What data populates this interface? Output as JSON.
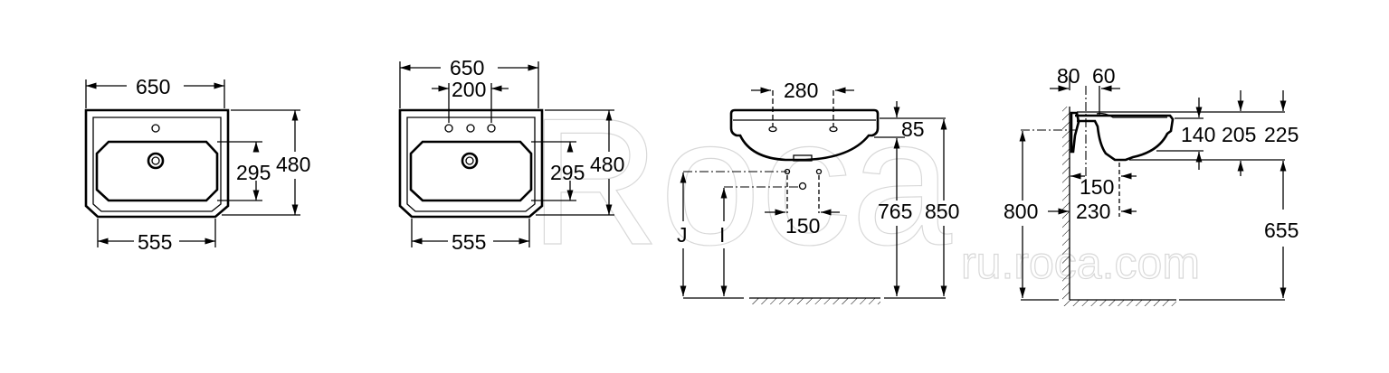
{
  "watermark": {
    "brand": "Roca",
    "url": "ru.roca.com"
  },
  "views": {
    "top_single_hole": {
      "width": "650",
      "depth": "480",
      "bowl_depth": "295",
      "bowl_width": "555"
    },
    "top_three_hole": {
      "width": "650",
      "tap_spacing": "200",
      "depth": "480",
      "bowl_depth": "295",
      "bowl_width": "555"
    },
    "front": {
      "tap_spacing": "280",
      "rim_height": "85",
      "bottom_height": "765",
      "top_height": "850",
      "supply_spacing": "150",
      "label_j": "J",
      "label_i": "I"
    },
    "side": {
      "wall_offset": "80",
      "tap_offset": "60",
      "d140": "140",
      "d205": "205",
      "d225": "225",
      "d150": "150",
      "d230": "230",
      "fix_height": "800",
      "drain_height": "655"
    }
  }
}
